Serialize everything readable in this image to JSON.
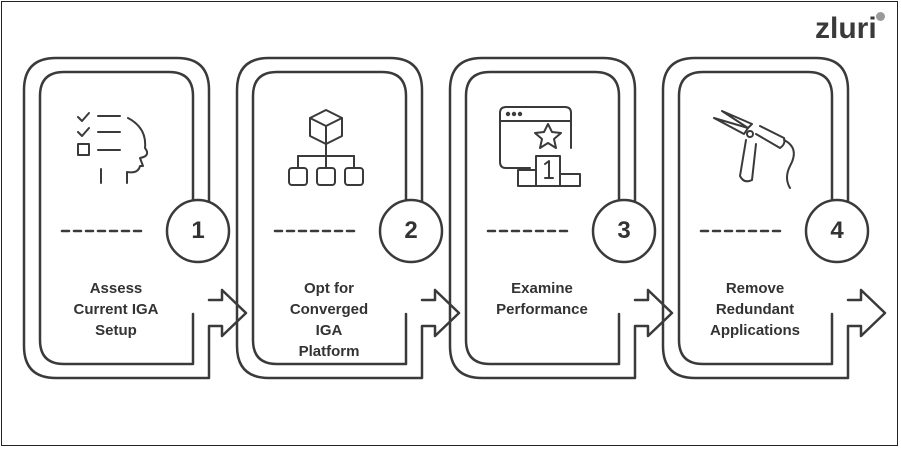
{
  "brand": {
    "logo_text": "zluri"
  },
  "steps": [
    {
      "number": "1",
      "label": "Assess\nCurrent IGA\nSetup",
      "icon": "checklist-head-icon"
    },
    {
      "number": "2",
      "label": "Opt for\nConverged\nIGA\nPlatform",
      "icon": "hierarchy-cube-icon"
    },
    {
      "number": "3",
      "label": "Examine\nPerformance",
      "icon": "browser-podium-star-icon"
    },
    {
      "number": "4",
      "label": "Remove\nRedundant\nApplications",
      "icon": "wire-cutter-icon"
    }
  ],
  "colors": {
    "stroke": "#3a3a3a",
    "text": "#333333",
    "background": "#ffffff"
  }
}
